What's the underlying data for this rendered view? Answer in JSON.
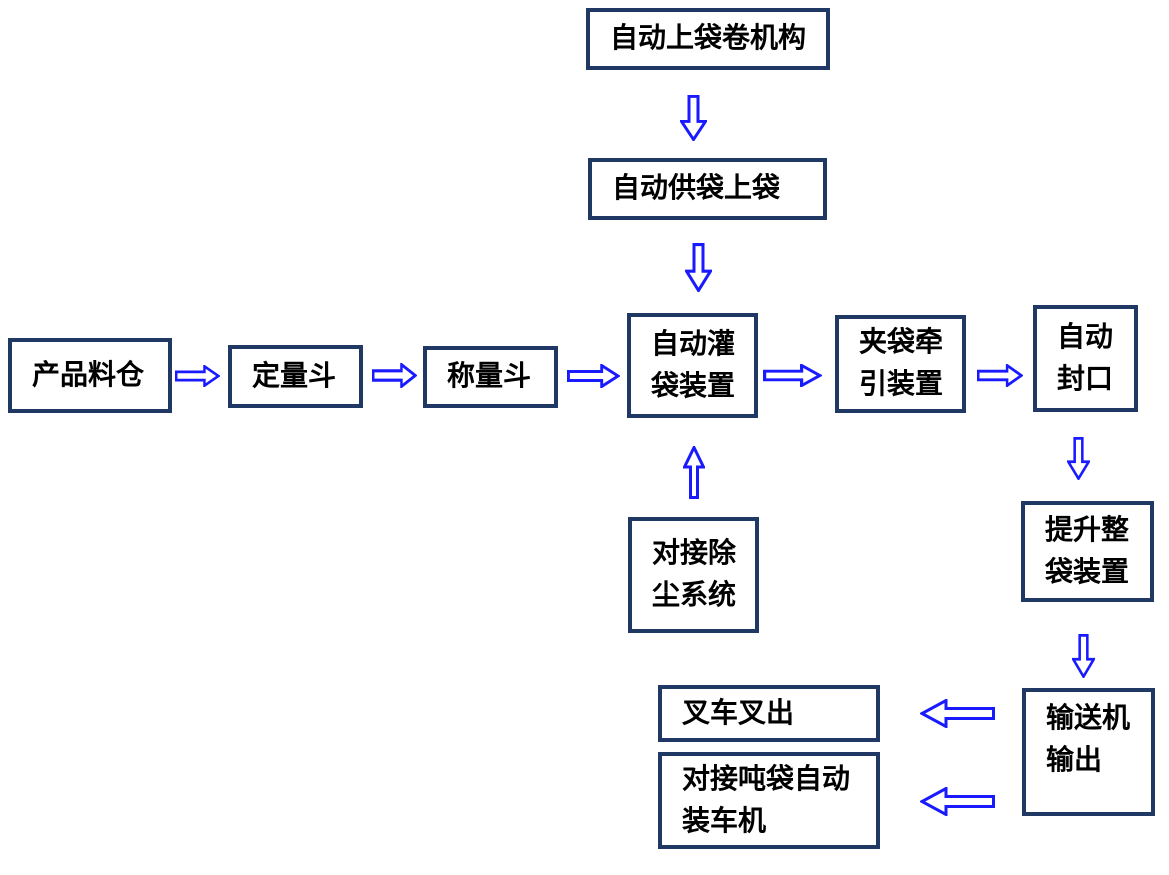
{
  "diagram": {
    "colors": {
      "box_border": "#1F3864",
      "arrow": "#1A1AFF",
      "text": "#000000",
      "background": "#FFFFFF"
    },
    "nodes": [
      {
        "id": "bag-roll-loader",
        "lines": [
          "自动上袋卷机构"
        ]
      },
      {
        "id": "bag-feeder",
        "lines": [
          "自动供袋上袋"
        ]
      },
      {
        "id": "product-silo",
        "lines": [
          "产品料仓"
        ]
      },
      {
        "id": "dosing-hopper",
        "lines": [
          "定量斗"
        ]
      },
      {
        "id": "weighing-hopper",
        "lines": [
          "称量斗"
        ]
      },
      {
        "id": "auto-filling-device",
        "lines": [
          "自动灌",
          "袋装置"
        ]
      },
      {
        "id": "bag-clamp-traction",
        "lines": [
          "夹袋牵",
          "引装置"
        ]
      },
      {
        "id": "auto-sealing",
        "lines": [
          "自动",
          "封口"
        ]
      },
      {
        "id": "dust-removal-docking",
        "lines": [
          "对接除",
          "尘系统"
        ]
      },
      {
        "id": "bag-lifting-device",
        "lines": [
          "提升整",
          "袋装置"
        ]
      },
      {
        "id": "conveyor-output",
        "lines": [
          "输送机",
          "输出"
        ]
      },
      {
        "id": "forklift-out",
        "lines": [
          "叉车叉出"
        ]
      },
      {
        "id": "tonne-bag-truck-loader",
        "lines": [
          "对接吨袋自动",
          "装车机"
        ]
      }
    ],
    "edges": [
      {
        "from": "bag-roll-loader",
        "to": "bag-feeder",
        "direction": "down"
      },
      {
        "from": "bag-feeder",
        "to": "auto-filling-device",
        "direction": "down"
      },
      {
        "from": "product-silo",
        "to": "dosing-hopper",
        "direction": "right"
      },
      {
        "from": "dosing-hopper",
        "to": "weighing-hopper",
        "direction": "right"
      },
      {
        "from": "weighing-hopper",
        "to": "auto-filling-device",
        "direction": "right"
      },
      {
        "from": "auto-filling-device",
        "to": "bag-clamp-traction",
        "direction": "right"
      },
      {
        "from": "bag-clamp-traction",
        "to": "auto-sealing",
        "direction": "right"
      },
      {
        "from": "dust-removal-docking",
        "to": "auto-filling-device",
        "direction": "up"
      },
      {
        "from": "auto-sealing",
        "to": "bag-lifting-device",
        "direction": "down"
      },
      {
        "from": "bag-lifting-device",
        "to": "conveyor-output",
        "direction": "down"
      },
      {
        "from": "conveyor-output",
        "to": "forklift-out",
        "direction": "left"
      },
      {
        "from": "conveyor-output",
        "to": "tonne-bag-truck-loader",
        "direction": "left"
      }
    ]
  }
}
